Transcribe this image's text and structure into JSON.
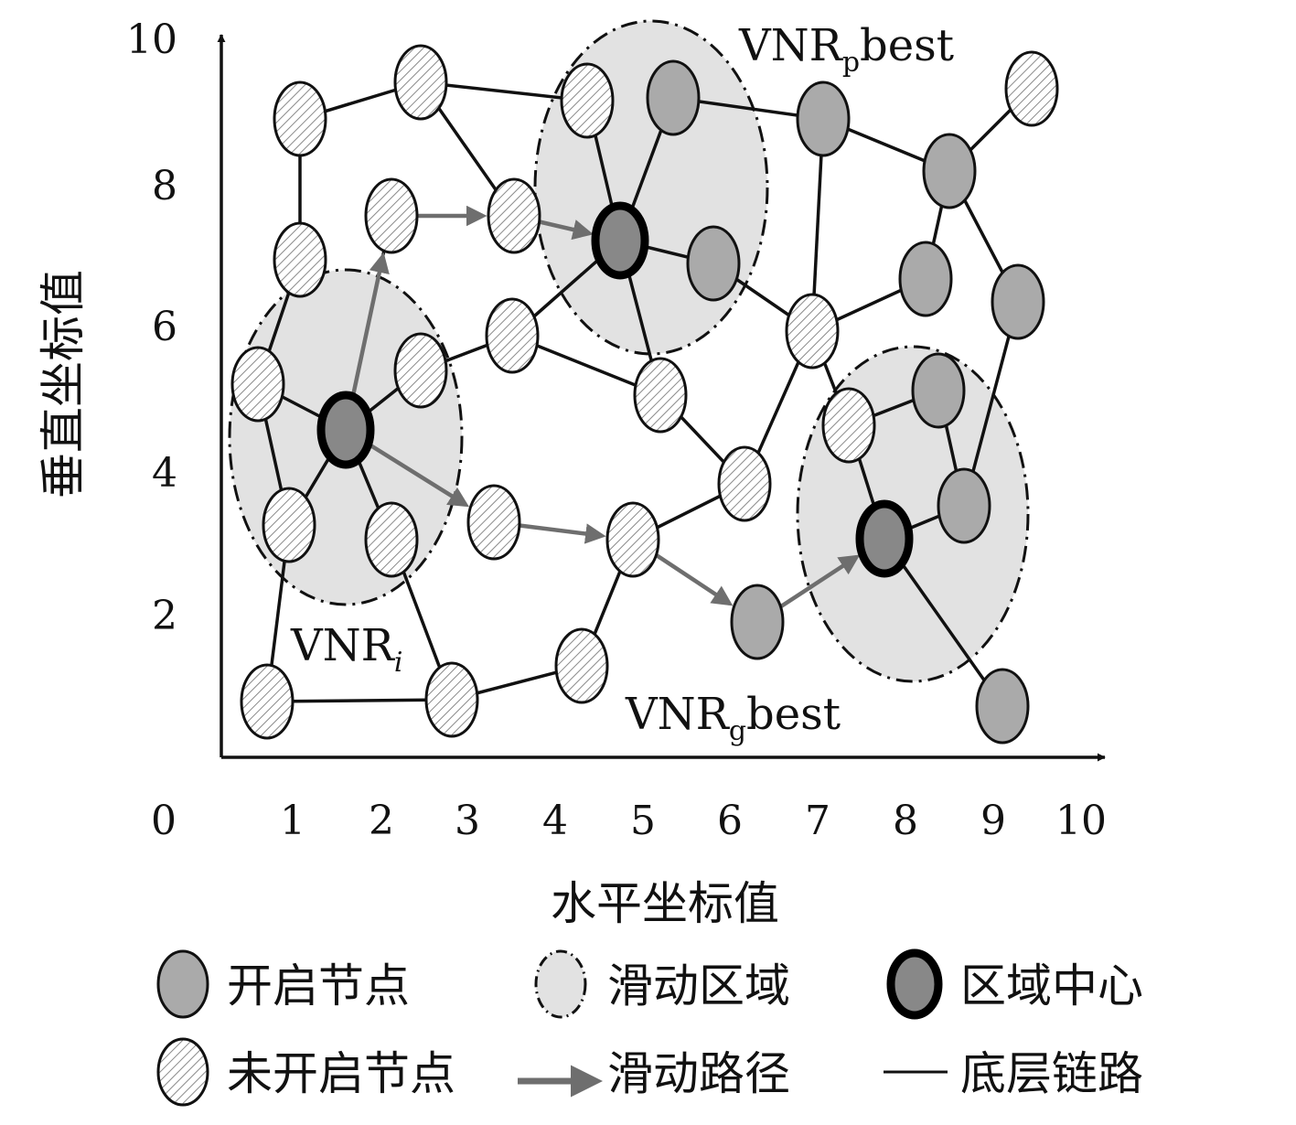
{
  "axes": {
    "x_label": "水平坐标值",
    "y_label": "垂直坐标值",
    "x_ticks": [
      "0",
      "1",
      "2",
      "3",
      "4",
      "5",
      "6",
      "7",
      "8",
      "9",
      "10"
    ],
    "y_ticks": [
      "2",
      "4",
      "6",
      "8",
      "10"
    ]
  },
  "region_labels": {
    "i": {
      "main": "VNR",
      "sub": "i"
    },
    "p": {
      "main": "VNR",
      "sub": "p",
      "suffix": "best"
    },
    "g": {
      "main": "VNR",
      "sub": "g",
      "suffix": "best"
    }
  },
  "legend": {
    "on_node": "开启节点",
    "off_node": "未开启节点",
    "slide_region": "滑动区域",
    "slide_path": "滑动路径",
    "region_center": "区域中心",
    "base_link": "底层链路"
  },
  "colors": {
    "on_fill": "#aaaaaa",
    "center_fill": "#888888",
    "region_fill": "#e2e2e2",
    "arrow": "#6e6e6e",
    "link": "#111111"
  }
}
